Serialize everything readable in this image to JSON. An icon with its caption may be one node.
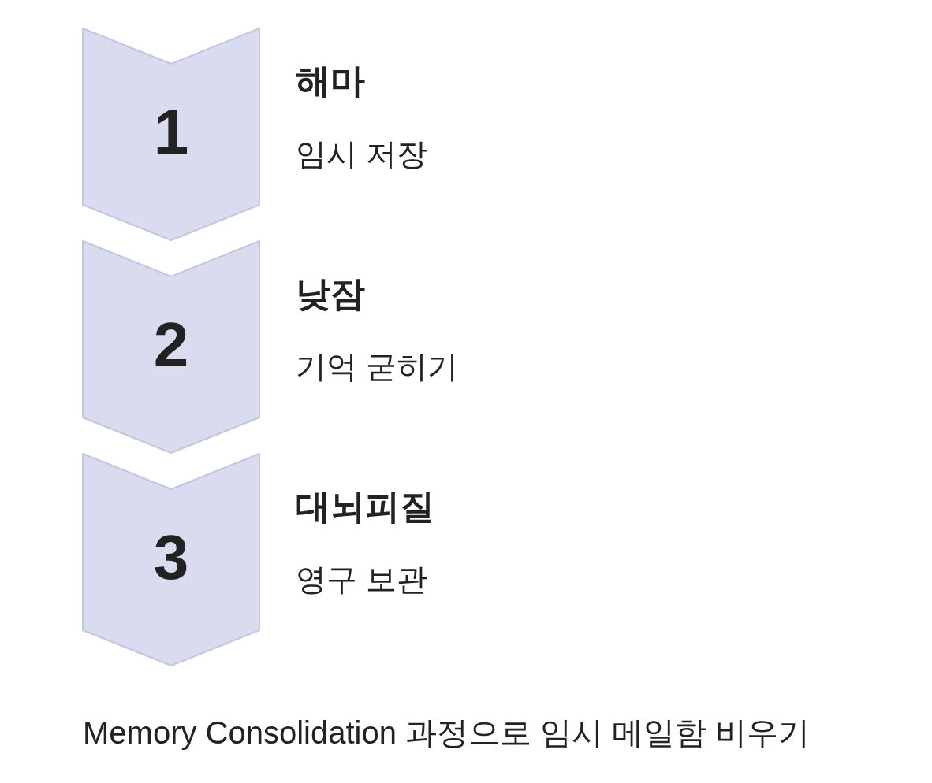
{
  "diagram": {
    "nodes": [
      {
        "text": [
          "1"
        ],
        "beside": [
          "해마",
          "임시 저장"
        ]
      },
      {
        "text": [
          "2"
        ],
        "beside": [
          "낮잠",
          "기억 굳히기"
        ]
      },
      {
        "text": [
          "3"
        ],
        "beside": [
          "대뇌피질",
          "영구 보관"
        ]
      }
    ],
    "caption": "Memory Consolidation 과정으로 임시 메일함 비우기"
  }
}
